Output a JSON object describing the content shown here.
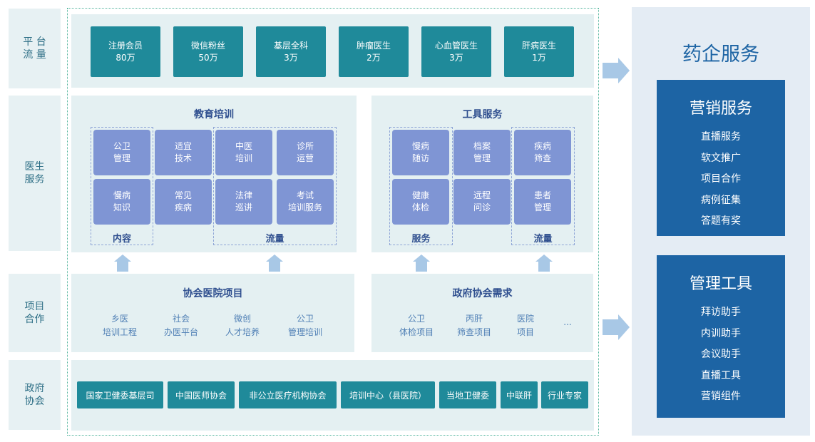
{
  "row_labels": {
    "platform": "平 台\n流 量",
    "doctor": "医生\n服务",
    "project": "项目\n合作",
    "gov": "政府\n协会"
  },
  "traffic": [
    {
      "label": "注册会员\n80万"
    },
    {
      "label": "微信粉丝\n50万"
    },
    {
      "label": "基层全科\n3万"
    },
    {
      "label": "肿瘤医生\n2万"
    },
    {
      "label": "心血管医生\n3万"
    },
    {
      "label": "肝病医生\n1万"
    }
  ],
  "education": {
    "title": "教育培训",
    "items": [
      "公卫\n管理",
      "适宜\n技术",
      "中医\n培训",
      "诊所\n运营",
      "慢病\n知识",
      "常见\n疾病",
      "法律\n巡讲",
      "考试\n培训服务"
    ],
    "label_content": "内容",
    "label_traffic": "流量"
  },
  "tools_service": {
    "title": "工具服务",
    "items": [
      "慢病\n随访",
      "档案\n管理",
      "疾病\n筛查",
      "健康\n体检",
      "远程\n问诊",
      "患者\n管理"
    ],
    "label_service": "服务",
    "label_traffic": "流量"
  },
  "hospital_project": {
    "title": "协会医院项目",
    "items": [
      "乡医\n培训工程",
      "社会\n办医平台",
      "微创\n人才培养",
      "公卫\n管理培训"
    ]
  },
  "gov_demand": {
    "title": "政府协会需求",
    "items": [
      "公卫\n体检项目",
      "丙肝\n筛查项目",
      "医院\n项目",
      "..."
    ]
  },
  "gov_partners": [
    "国家卫健委基层司",
    "中国医师协会",
    "非公立医疗机构协会",
    "培训中心（县医院）",
    "当地卫健委",
    "中联肝",
    "行业专家"
  ],
  "pharma": {
    "title": "药企服务",
    "marketing": {
      "title": "营销服务",
      "items": [
        "直播服务",
        "软文推广",
        "项目合作",
        "病例征集",
        "答题有奖"
      ]
    },
    "management": {
      "title": "管理工具",
      "items": [
        "拜访助手",
        "内训助手",
        "会议助手",
        "直播工具",
        "营销组件"
      ]
    }
  },
  "colors": {
    "teal": "#1f8a9a",
    "purple": "#7f95d4",
    "blue": "#1d64a4",
    "panel": "#e4f0f2",
    "arrow": "#a8c8e6"
  }
}
